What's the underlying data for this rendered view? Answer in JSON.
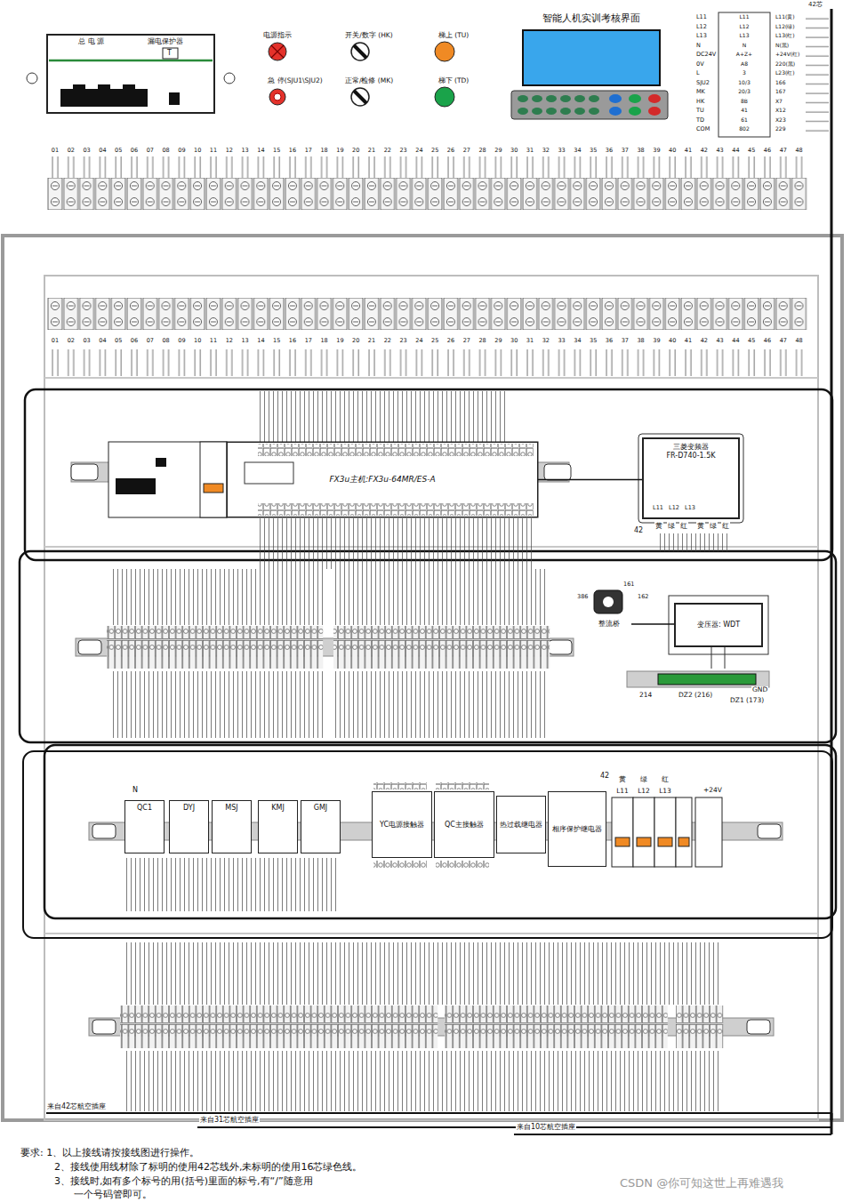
{
  "diagram": {
    "nodes": [
      {
        "text": [
          "总 电 源",
          "漏电保护器"
        ]
      },
      {
        "text": [
          "智能人机实训考核界面"
        ]
      },
      {
        "text": [
          "FX3u主机:FX3u-64MR/ES-A"
        ]
      },
      {
        "text": [
          "三菱变频器",
          "FR-D740-1.5K"
        ]
      },
      {
        "text": [
          "整流桥"
        ]
      },
      {
        "text": [
          "变压器: WDT"
        ]
      },
      {
        "text": [
          "QC1"
        ]
      },
      {
        "text": [
          "DYJ"
        ]
      },
      {
        "text": [
          "MSJ"
        ]
      },
      {
        "text": [
          "KMJ"
        ]
      },
      {
        "text": [
          "GMJ"
        ]
      },
      {
        "text": [
          "YC电源接触器"
        ]
      },
      {
        "text": [
          "QC主接触器"
        ]
      },
      {
        "text": [
          "热过载继电器"
        ]
      },
      {
        "text": [
          "相序保护继电器"
        ]
      }
    ],
    "edges": [
      {
        "from": 5,
        "to": 4,
        "arrow": "none"
      },
      {
        "from": 2,
        "to": 3,
        "arrow": "none"
      }
    ],
    "labels": [
      "T",
      "电源指示",
      "开关/数字 (HK)",
      "梯上 (TU)",
      "急 停(SJU1\\SJU2)",
      "正常/检修 (MK)",
      "梯下 (TD)",
      "42芯",
      "L11",
      "L12",
      "L13",
      "N",
      "DC24V",
      "0V",
      "L",
      "SJU2",
      "MK",
      "HK",
      "TU",
      "TD",
      "COM",
      "L11",
      "L12",
      "L13",
      "N",
      "A+Z+",
      "A8",
      "3",
      "10/3",
      "20/3",
      "8B",
      "41",
      "61",
      "802",
      "L11(黄)",
      "L12(绿)",
      "L13(红)",
      "N(黑)",
      "+24V(红)",
      "220(黑)",
      "L23(红)",
      "166",
      "167",
      "X7",
      "X12",
      "X23",
      "229",
      "01",
      "02",
      "03",
      "04",
      "05",
      "06",
      "07",
      "08",
      "09",
      "10",
      "11",
      "12",
      "13",
      "14",
      "15",
      "16",
      "17",
      "18",
      "19",
      "20",
      "21",
      "22",
      "23",
      "24",
      "25",
      "26",
      "27",
      "28",
      "29",
      "30",
      "31",
      "32",
      "33",
      "34",
      "35",
      "36",
      "37",
      "38",
      "39",
      "40",
      "41",
      "42",
      "43",
      "44",
      "45",
      "46",
      "47",
      "48",
      "01",
      "02",
      "03",
      "04",
      "05",
      "06",
      "07",
      "08",
      "09",
      "10",
      "11",
      "12",
      "13",
      "14",
      "15",
      "16",
      "17",
      "18",
      "19",
      "20",
      "21",
      "22",
      "23",
      "24",
      "25",
      "26",
      "27",
      "28",
      "29",
      "30",
      "31",
      "32",
      "33",
      "34",
      "35",
      "36",
      "37",
      "38",
      "39",
      "40",
      "41",
      "42",
      "43",
      "44",
      "45",
      "46",
      "47",
      "48",
      "黄",
      "绿",
      "红",
      "黄",
      "绿",
      "红",
      "42",
      "L11",
      "L12",
      "L13",
      "214",
      "DZ2 (216)",
      "DZ1 (173)",
      "GND",
      "+24V",
      "L11",
      "L12",
      "L13",
      "42",
      "黄",
      "绿",
      "红",
      "来自42芯航空插座",
      "来自31芯航空插座",
      "来自10芯航空插座",
      "要求: 1、以上接线请按接线图进行操作。",
      "2、接线使用线材除了标明的使用42芯线外,未标明的使用16芯绿色线。",
      "3、接线时,如有多个标号的用(括号)里面的标号,有“/”随意用",
      "一个号码管即可。",
      "CSDN @你可知这世上再难遇我",
      "N",
      "161",
      "162",
      "386"
    ]
  }
}
